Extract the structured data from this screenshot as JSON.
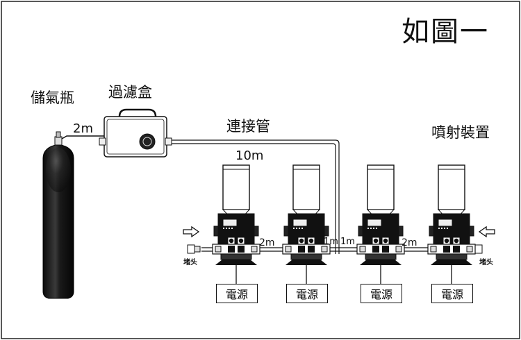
{
  "title": "如圖一",
  "labels": {
    "cylinder": "儲氣瓶",
    "filter_box": "過濾盒",
    "connecting_pipe": "連接管",
    "spray_device": "噴射裝置",
    "plug_left": "堵头",
    "plug_right": "堵头"
  },
  "distances": {
    "cylinder_to_filter": "2m",
    "main_pipe": "10m",
    "unit1_to_unit2": "2m",
    "unit2_to_header": "1m",
    "header_to_unit3": "1m",
    "unit3_to_unit4": "2m"
  },
  "power_supplies": [
    "電源",
    "電源",
    "電源",
    "電源"
  ],
  "colors": {
    "line": "#111111",
    "cylinder_dark": "#101010",
    "cylinder_light": "#6a6a6a"
  }
}
